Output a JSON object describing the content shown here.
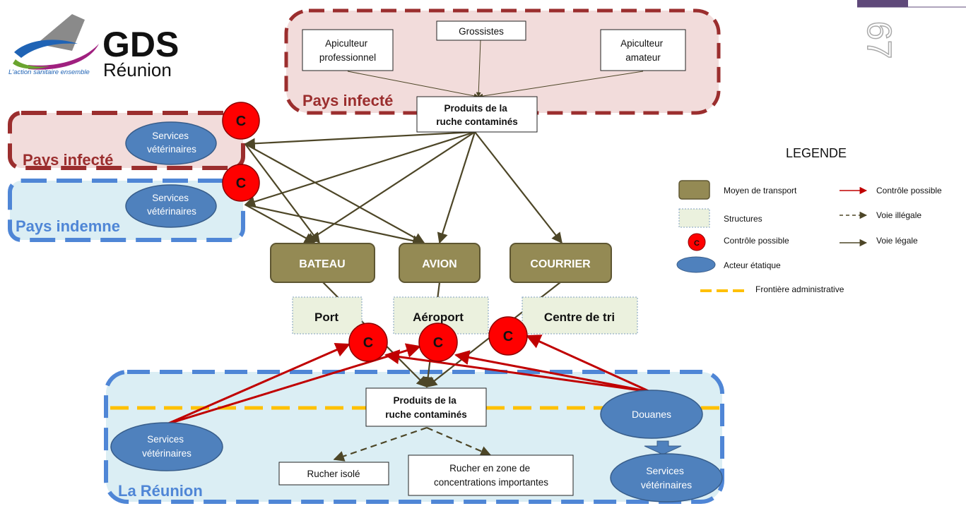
{
  "logo": {
    "brand": "GDS",
    "sub": "Réunion",
    "tagline": "L'action sanitaire ensemble",
    "colors": {
      "gray": "#8a8a8a",
      "blue": "#1f63b5",
      "purple": "#a0207f",
      "green": "#6aa42f"
    }
  },
  "page_number": "67",
  "zones": {
    "top": "Pays infecté",
    "left_infected": "Pays infecté",
    "left_free": "Pays indemne",
    "reunion": "La Réunion"
  },
  "sources": {
    "pro": [
      "Apiculteur",
      "professionnel"
    ],
    "grossistes": "Grossistes",
    "amateur": [
      "Apiculteur",
      "amateur"
    ]
  },
  "products_top": [
    "Produits de la",
    "ruche contaminés"
  ],
  "products_bottom": [
    "Produits de la",
    "ruche contaminés"
  ],
  "actors": {
    "services": [
      "Services",
      "vétérinaires"
    ],
    "douanes": "Douanes"
  },
  "control_mark": "C",
  "transports": {
    "bateau": "BATEAU",
    "avion": "AVION",
    "courrier": "COURRIER"
  },
  "structures": {
    "port": "Port",
    "aeroport": "Aéroport",
    "tri": "Centre de tri"
  },
  "ruchers": {
    "isole": "Rucher isolé",
    "zone": [
      "Rucher en zone de",
      "concentrations importantes"
    ]
  },
  "legend": {
    "title": "LEGENDE",
    "items": {
      "transport": "Moyen de transport",
      "structures": "Structures",
      "controle": "Contrôle possible",
      "acteur": "Acteur étatique",
      "controle_arrow": "Contrôle possible",
      "illegal": "Voie illégale",
      "legal": "Voie légale",
      "frontiere": "Frontière administrative"
    }
  },
  "colors": {
    "infected_border": "#9b2e2e",
    "infected_fill": "#f2dcdb",
    "free_border": "#4f86d6",
    "free_fill": "#dbeef4",
    "transport_fill": "#948a54",
    "transport_border": "#5e5632",
    "structure_fill": "#ebf1de",
    "actor_fill": "#4f81bd",
    "actor_border": "#385d8a",
    "control_red": "#ff0000",
    "arrow_legal": "#4d4627",
    "arrow_control": "#c00000",
    "border_admin": "#ffc000"
  }
}
